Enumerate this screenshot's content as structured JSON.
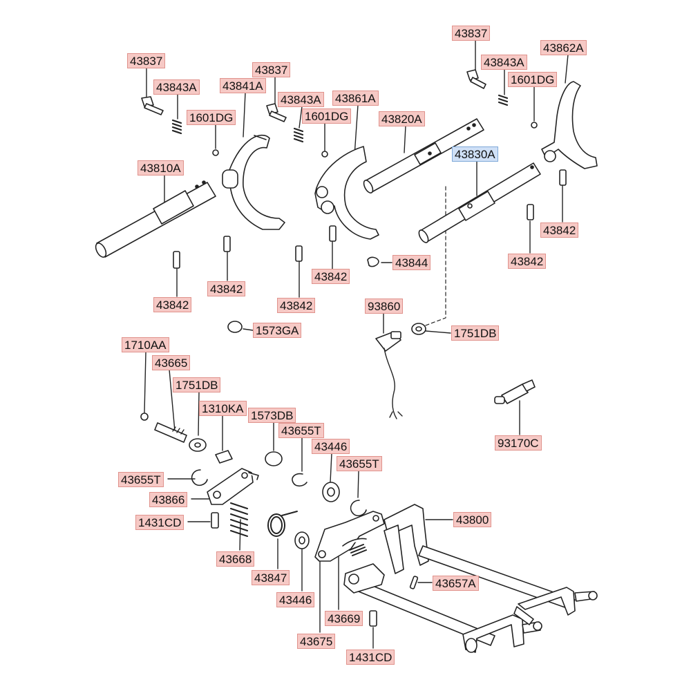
{
  "colors": {
    "label_bg": "#f6c9c5",
    "label_border": "#e0928c",
    "highlight_bg": "#cfe0f6",
    "highlight_border": "#7ea8d8",
    "line": "#222222"
  },
  "labels": [
    {
      "id": "l1",
      "text": "43837"
    },
    {
      "id": "l2",
      "text": "43843A"
    },
    {
      "id": "l3",
      "text": "43837"
    },
    {
      "id": "l4",
      "text": "43841A"
    },
    {
      "id": "l5",
      "text": "43843A"
    },
    {
      "id": "l6",
      "text": "1601DG"
    },
    {
      "id": "l7",
      "text": "1601DG"
    },
    {
      "id": "l8",
      "text": "43861A"
    },
    {
      "id": "l9",
      "text": "43837"
    },
    {
      "id": "l10",
      "text": "43843A"
    },
    {
      "id": "l11",
      "text": "43862A"
    },
    {
      "id": "l12",
      "text": "1601DG"
    },
    {
      "id": "l13",
      "text": "43820A"
    },
    {
      "id": "l14",
      "text": "43830A",
      "highlight": true
    },
    {
      "id": "l15",
      "text": "43810A"
    },
    {
      "id": "l16",
      "text": "43842"
    },
    {
      "id": "l17",
      "text": "43842"
    },
    {
      "id": "l18",
      "text": "43844"
    },
    {
      "id": "l19",
      "text": "43842"
    },
    {
      "id": "l20",
      "text": "43842"
    },
    {
      "id": "l21",
      "text": "43842"
    },
    {
      "id": "l22",
      "text": "43842"
    },
    {
      "id": "l23",
      "text": "93860"
    },
    {
      "id": "l24",
      "text": "1573GA"
    },
    {
      "id": "l25",
      "text": "1751DB"
    },
    {
      "id": "l26",
      "text": "1710AA"
    },
    {
      "id": "l27",
      "text": "43665"
    },
    {
      "id": "l28",
      "text": "1751DB"
    },
    {
      "id": "l29",
      "text": "1310KA"
    },
    {
      "id": "l30",
      "text": "1573DB"
    },
    {
      "id": "l31",
      "text": "43655T"
    },
    {
      "id": "l32",
      "text": "43446"
    },
    {
      "id": "l33",
      "text": "43655T"
    },
    {
      "id": "l34",
      "text": "93170C"
    },
    {
      "id": "l35",
      "text": "43655T"
    },
    {
      "id": "l36",
      "text": "43866"
    },
    {
      "id": "l37",
      "text": "43800"
    },
    {
      "id": "l38",
      "text": "1431CD"
    },
    {
      "id": "l39",
      "text": "43668"
    },
    {
      "id": "l40",
      "text": "43847"
    },
    {
      "id": "l41",
      "text": "43657A"
    },
    {
      "id": "l42",
      "text": "43446"
    },
    {
      "id": "l43",
      "text": "43669"
    },
    {
      "id": "l44",
      "text": "43675"
    },
    {
      "id": "l45",
      "text": "1431CD"
    }
  ]
}
